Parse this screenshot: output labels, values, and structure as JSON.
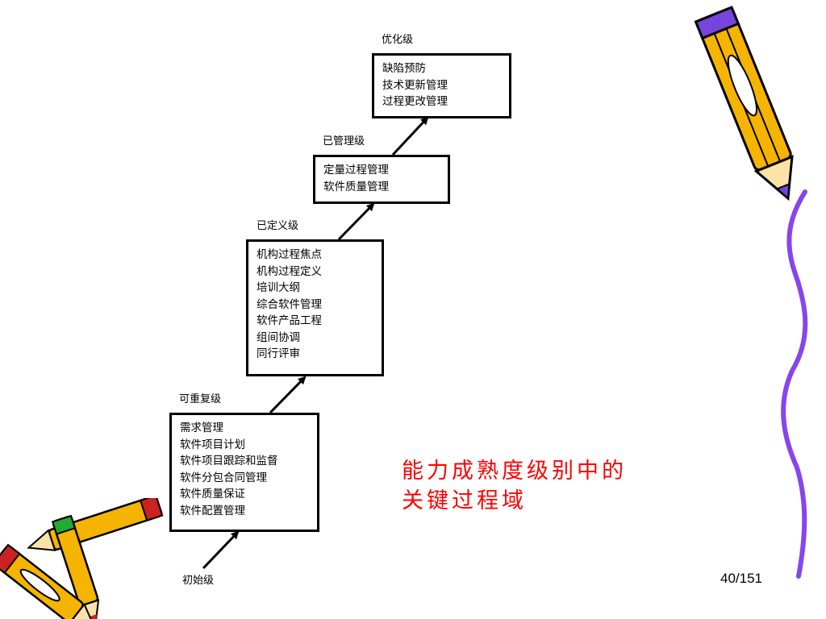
{
  "levels": [
    {
      "label": "初始级",
      "items": []
    },
    {
      "label": "可重复级",
      "items": [
        "需求管理",
        "软件项目计划",
        "软件项目跟踪和监督",
        "软件分包合同管理",
        "软件质量保证",
        "软件配置管理"
      ]
    },
    {
      "label": "已定义级",
      "items": [
        "机构过程焦点",
        "机构过程定义",
        "培训大纲",
        "综合软件管理",
        "软件产品工程",
        "组间协调",
        "同行评审"
      ]
    },
    {
      "label": "已管理级",
      "items": [
        "定量过程管理",
        "软件质量管理"
      ]
    },
    {
      "label": "优化级",
      "items": [
        "缺陷预防",
        "技术更新管理",
        "过程更改管理"
      ]
    }
  ],
  "title": {
    "line1": "能力成熟度级别中的",
    "line2": "关键过程域"
  },
  "page_number": "40/151",
  "colors": {
    "title": "#ff0000",
    "pencil_body": "#f5b400",
    "pencil_tip": "#7744dd",
    "line": "#8844ee"
  },
  "icons": [
    "pencil-icon",
    "pencil-icon",
    "pencil-icon",
    "pencil-icon"
  ]
}
